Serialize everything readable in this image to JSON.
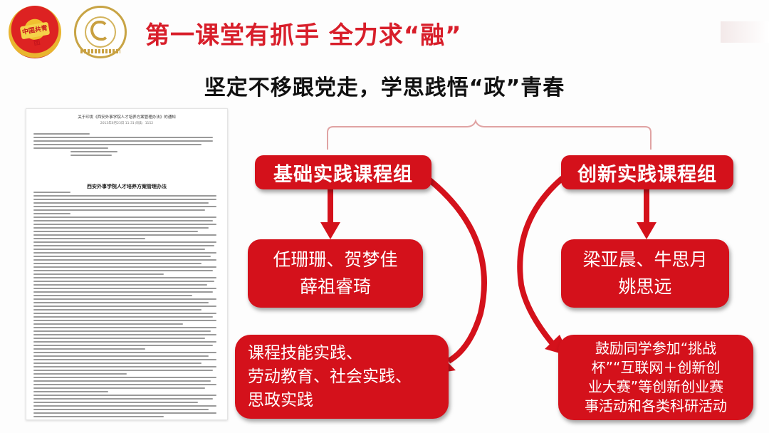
{
  "header": {
    "title": "第一课堂有抓手 全力求“融”",
    "logos": {
      "left": "youth-league-emblem",
      "right": "university-seal"
    }
  },
  "subtitle": "坚定不移跟党走，学思践悟“政”青春",
  "document": {
    "heading": "关于印发《西安外事学院人才培养方案管理办法》的通知",
    "date_line": "2013年6月23日 11:31  阅读：1152",
    "doc_title": "西安外事学院人才培养方案管理办法"
  },
  "left_column": {
    "head": "基础实践课程组",
    "names_line1": "任珊珊、贺梦佳",
    "names_line2": "薛祖睿琦",
    "activities": [
      "课程技能实践、",
      "劳动教育、社会实践、",
      "思政实践"
    ]
  },
  "right_column": {
    "head": "创新实践课程组",
    "names_line1": "梁亚晨、牛思月",
    "names_line2": "姚思远",
    "activities": [
      "鼓励同学参加“挑战",
      "杯”“互联网＋创新创",
      "业大赛”等创新创业赛",
      "事活动和各类科研活动"
    ]
  },
  "colors": {
    "accent_red": "#d4111b",
    "title_red": "#d81e2a",
    "text_dark": "#111111"
  }
}
